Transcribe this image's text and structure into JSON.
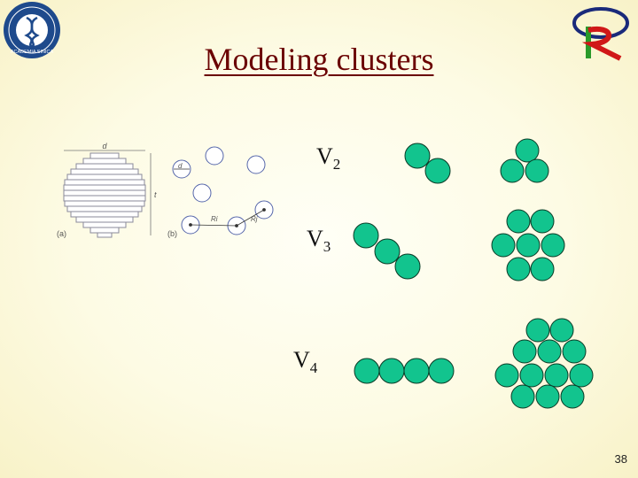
{
  "slide": {
    "title": "Modeling clusters",
    "page_number": "38"
  },
  "logos": {
    "left": {
      "name": "academia-sinica-seal",
      "text": "ACADEMIA SINICA"
    },
    "right": {
      "name": "red-green-r-logo"
    }
  },
  "figure_ab": {
    "panel_a_label": "(a)",
    "panel_b_label": "(b)",
    "dim_d_top": "d",
    "dim_t": "t",
    "dim_d_circle": "d",
    "ri_label": "Ri",
    "rj_label": "Rj"
  },
  "clusters": [
    {
      "letter": "V",
      "sub": "2"
    },
    {
      "letter": "V",
      "sub": "3"
    },
    {
      "letter": "V",
      "sub": "4"
    }
  ],
  "colors": {
    "sphere_fill": "#12c48e",
    "sphere_stroke": "#0a3a25",
    "title": "#6a0000",
    "small_circle_stroke": "#5566aa"
  }
}
